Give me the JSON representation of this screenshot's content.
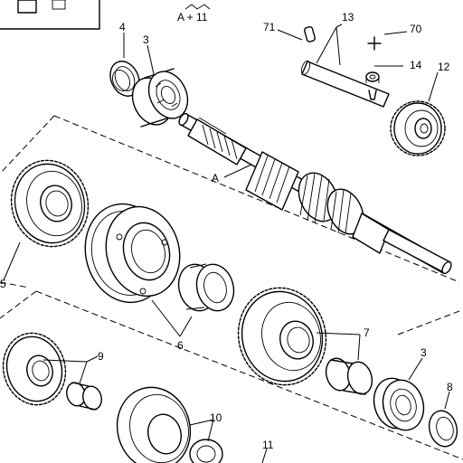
{
  "title_ref": "A + 11",
  "labels": {
    "l4": "4",
    "l3_top": "3",
    "l71": "71",
    "l13": "13",
    "l70": "70",
    "l14": "14",
    "l12": "12",
    "lA": "A",
    "l5": "5",
    "l6": "6",
    "l7": "7",
    "l3_bottom": "3",
    "l8": "8",
    "l9": "9",
    "l10": "10",
    "l11": "11"
  }
}
